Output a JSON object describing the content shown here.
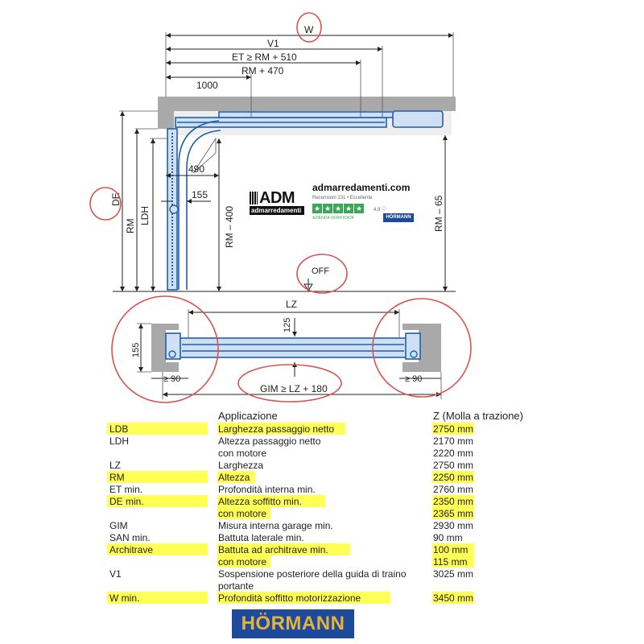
{
  "diagram": {
    "labels": {
      "W": "W",
      "V1": "V1",
      "ET": "ET ≥ RM + 510",
      "RM470": "RM + 470",
      "d1000": "1000",
      "d490": "490",
      "d155_side": "155",
      "DE": "DE",
      "RM": "RM",
      "LDH": "LDH",
      "RM400": "RM – 400",
      "RM65": "RM – 65",
      "OFF": "OFF",
      "LZ": "LZ",
      "d125": "125",
      "d155_plan": "155",
      "ge90_left": "≥ 90",
      "ge90_right": "≥ 90",
      "GIM": "GIM ≥ LZ + 180"
    }
  },
  "stamp": {
    "logo_big": "ADM",
    "logo_sub": "admarredamenti",
    "site": "admarredamenti.com",
    "reviews": "Recensioni 231  •  Eccellente",
    "stars": [
      "★",
      "★",
      "★",
      "★",
      "★"
    ],
    "rating": "4,9 ⓘ",
    "verified": "AZIENDA VERIFICATA",
    "brand": "HÖRMANN"
  },
  "table": {
    "header": {
      "col2": "Applicazione",
      "col3": "Z (Molla a trazione)"
    },
    "rows": [
      {
        "highlight": true,
        "lines": [
          {
            "code": "LDB",
            "desc": "Larghezza passaggio netto",
            "value": "2750 mm"
          }
        ]
      },
      {
        "highlight": false,
        "lines": [
          {
            "code": "LDH",
            "desc": "Altezza passaggio netto",
            "value": "2170 mm"
          },
          {
            "code": "",
            "desc": "con motore",
            "value": "2220 mm"
          }
        ]
      },
      {
        "highlight": false,
        "lines": [
          {
            "code": "LZ",
            "desc": "Larghezza",
            "value": "2750 mm"
          }
        ]
      },
      {
        "highlight": true,
        "lines": [
          {
            "code": "RM",
            "desc": "Altezza",
            "value": "2250 mm"
          }
        ]
      },
      {
        "highlight": false,
        "lines": [
          {
            "code": "ET min.",
            "desc": "Profondità interna min.",
            "value": "2760 mm"
          }
        ]
      },
      {
        "highlight": true,
        "lines": [
          {
            "code": "DE min.",
            "desc": "Altezza soffitto min.",
            "value": "2350 mm"
          },
          {
            "code": "",
            "desc": "con motore",
            "value": "2365 mm"
          }
        ]
      },
      {
        "highlight": false,
        "lines": [
          {
            "code": "GIM",
            "desc": "Misura interna garage min.",
            "value": "2930 mm"
          }
        ]
      },
      {
        "highlight": false,
        "lines": [
          {
            "code": "SAN min.",
            "desc": "Battuta laterale min.",
            "value": "90 mm"
          }
        ]
      },
      {
        "highlight": true,
        "lines": [
          {
            "code": "Architrave",
            "desc": "Battuta ad architrave min.",
            "value": "100 mm"
          },
          {
            "code": "",
            "desc": "con motore",
            "value": "115 mm"
          }
        ]
      },
      {
        "highlight": false,
        "lines": [
          {
            "code": "V1",
            "desc": "Sospensione posteriore della guida di traino",
            "value": "3025 mm"
          },
          {
            "code": "",
            "desc": "portante",
            "value": ""
          }
        ]
      },
      {
        "highlight": true,
        "lines": [
          {
            "code": "W min.",
            "desc": "Profondità soffitto motorizzazione",
            "value": "3450 mm"
          }
        ]
      }
    ]
  },
  "footer_logo": "HÖRMANN",
  "colors": {
    "highlight": "#ffff55",
    "rail": "#1f5fae",
    "circle": "#d9534f",
    "brand_blue": "#1d4a9a",
    "brand_gold": "#e3b23c"
  }
}
